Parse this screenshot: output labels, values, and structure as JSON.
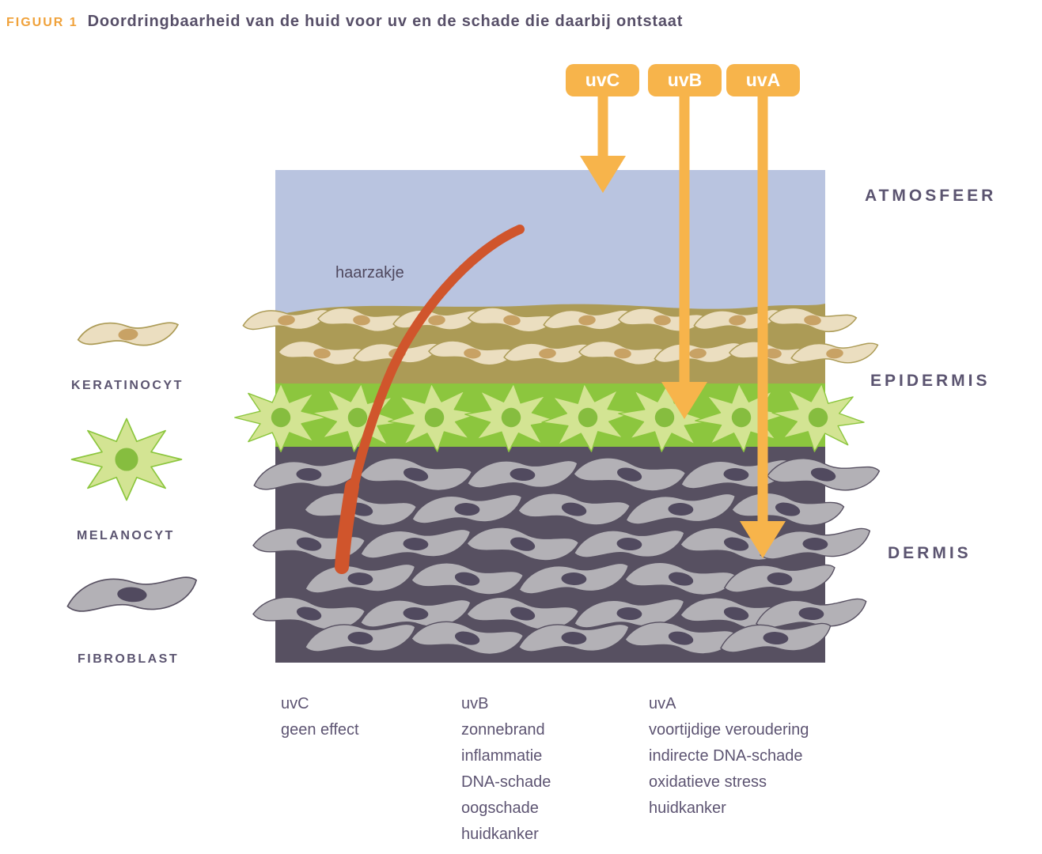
{
  "figure": {
    "label": "FIGUUR 1",
    "title": "Doordringbaarheid van de huid voor uv en de schade die daarbij ontstaat"
  },
  "uv_bands": [
    {
      "label": "uvC"
    },
    {
      "label": "uvB"
    },
    {
      "label": "uvA"
    }
  ],
  "layer_labels": [
    "ATMOSFEER",
    "EPIDERMIS",
    "DERMIS"
  ],
  "legend": {
    "items": [
      {
        "label": "KERATINOCYT"
      },
      {
        "label": "MELANOCYT"
      },
      {
        "label": "FIBROBLAST"
      }
    ]
  },
  "annotations": {
    "hair_follicle": "haarzakje"
  },
  "effect_columns": [
    {
      "heading": "uvC",
      "items": [
        "geen effect"
      ]
    },
    {
      "heading": "uvB",
      "items": [
        "zonnebrand",
        "inflammatie",
        "DNA-schade",
        "oogschade",
        "huidkanker"
      ]
    },
    {
      "heading": "uvA",
      "items": [
        "voortijdige veroudering",
        "indirecte DNA-schade",
        "oxidatieve stress",
        "huidkanker"
      ]
    }
  ],
  "colors": {
    "accent_orange": "#F7B44B",
    "title_orange": "#F0A23B",
    "text_purple": "#574F68",
    "atmosphere_blue": "#B9C4E0",
    "keratin_band_tan": "#AC9B56",
    "keratinocyte_fill": "#EBDEC0",
    "keratinocyte_nucleus": "#C8A265",
    "epidermis_green": "#8CC63E",
    "melanocyte_fill": "#D3E493",
    "melanocyte_nucleus": "#86BD3F",
    "dermis_purple": "#575061",
    "fibroblast_fill": "#B3B1B6",
    "fibroblast_nucleus": "#514A5F",
    "hair_orange": "#D0552C"
  }
}
